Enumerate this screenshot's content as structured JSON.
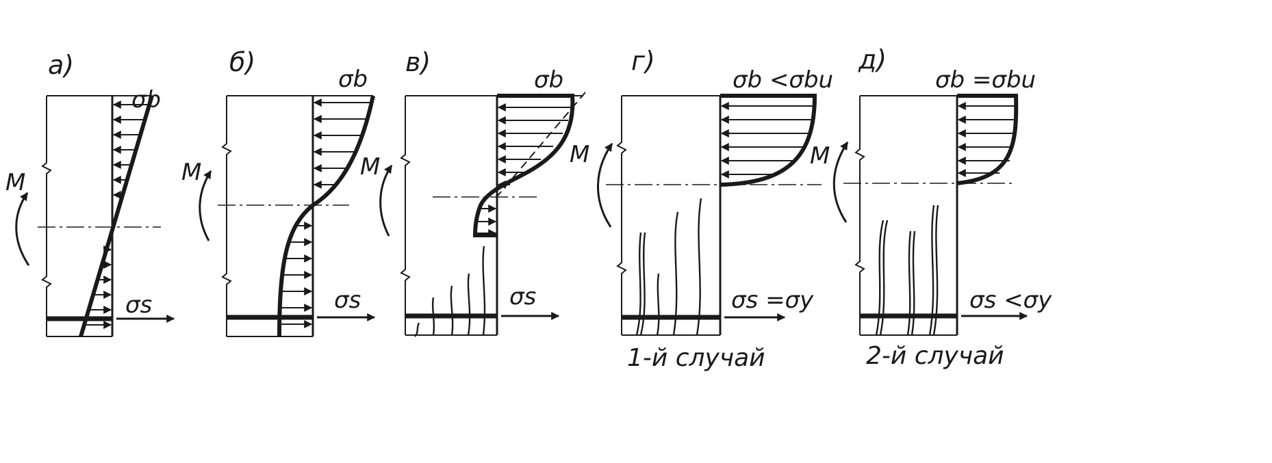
{
  "colors": {
    "ink": "#1a1a1a",
    "paper": "#ffffff"
  },
  "panels": [
    {
      "id": "a",
      "case_label": "а)",
      "concrete_stress": "σb",
      "steel_stress": "σs",
      "moment": "M",
      "caption": ""
    },
    {
      "id": "b",
      "case_label": "б)",
      "concrete_stress": "σb",
      "steel_stress": "σs",
      "moment": "M",
      "caption": ""
    },
    {
      "id": "v",
      "case_label": "в)",
      "concrete_stress": "σb",
      "steel_stress": "σs",
      "moment": "M",
      "caption": ""
    },
    {
      "id": "g",
      "case_label": "г)",
      "concrete_stress": "σb <σbu",
      "steel_stress": "σs =σy",
      "moment": "M",
      "caption": "1-й случай"
    },
    {
      "id": "d",
      "case_label": "д)",
      "concrete_stress": "σb =σbu",
      "steel_stress": "σs <σy",
      "moment": "M",
      "caption": "2-й случай"
    }
  ]
}
